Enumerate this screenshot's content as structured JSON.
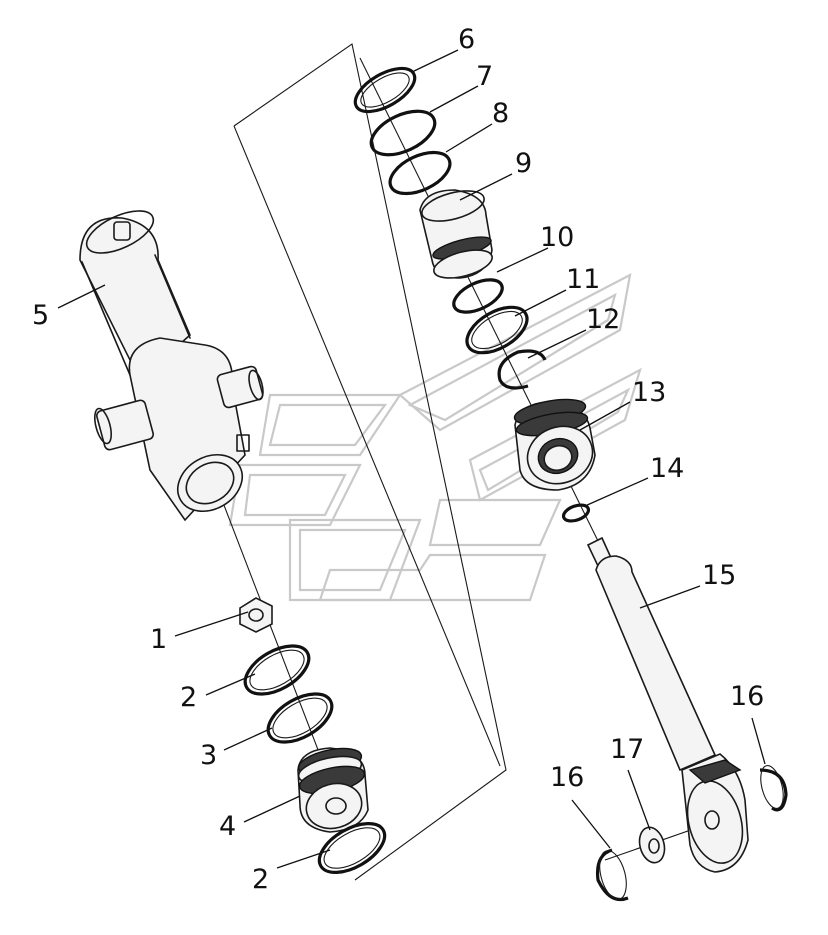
{
  "parts": [
    {
      "name": "part-label-1",
      "text": "1"
    },
    {
      "name": "part-label-2a",
      "text": "2"
    },
    {
      "name": "part-label-3",
      "text": "3"
    },
    {
      "name": "part-label-4",
      "text": "4"
    },
    {
      "name": "part-label-2b",
      "text": "2"
    },
    {
      "name": "part-label-5",
      "text": "5"
    },
    {
      "name": "part-label-6",
      "text": "6"
    },
    {
      "name": "part-label-7",
      "text": "7"
    },
    {
      "name": "part-label-8",
      "text": "8"
    },
    {
      "name": "part-label-9",
      "text": "9"
    },
    {
      "name": "part-label-10",
      "text": "10"
    },
    {
      "name": "part-label-11",
      "text": "11"
    },
    {
      "name": "part-label-12",
      "text": "12"
    },
    {
      "name": "part-label-13",
      "text": "13"
    },
    {
      "name": "part-label-14",
      "text": "14"
    },
    {
      "name": "part-label-15",
      "text": "15"
    },
    {
      "name": "part-label-16a",
      "text": "16"
    },
    {
      "name": "part-label-17",
      "text": "17"
    },
    {
      "name": "part-label-16b",
      "text": "16"
    }
  ]
}
